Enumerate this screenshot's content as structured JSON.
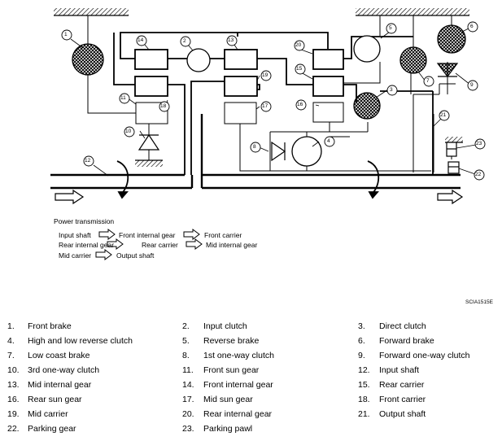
{
  "figure_code": "SCIA1515E",
  "power": {
    "heading": "Power transmission",
    "line1": [
      "Input shaft",
      "Front internal gear",
      "Front carrier"
    ],
    "line2": [
      "Rear internal gear",
      "Rear carrier",
      "Mid internal gear"
    ],
    "line3": [
      "Mid carrier",
      "Output shaft"
    ]
  },
  "callouts": {
    "c1": "1",
    "c2": "2",
    "c3": "3",
    "c4": "4",
    "c5": "5",
    "c6": "6",
    "c7": "7",
    "c8": "8",
    "c9": "9",
    "c10": "10",
    "c11": "11",
    "c12": "12",
    "c13": "13",
    "c14": "14",
    "c15": "15",
    "c16": "16",
    "c17": "17",
    "c18": "18",
    "c19": "19",
    "c20": "20",
    "c21": "21",
    "c22": "22",
    "c23": "23"
  },
  "legend": [
    {
      "num": "1.",
      "label": "Front brake"
    },
    {
      "num": "2.",
      "label": "Input clutch"
    },
    {
      "num": "3.",
      "label": "Direct clutch"
    },
    {
      "num": "4.",
      "label": "High and low reverse clutch"
    },
    {
      "num": "5.",
      "label": "Reverse brake"
    },
    {
      "num": "6.",
      "label": "Forward brake"
    },
    {
      "num": "7.",
      "label": "Low coast brake"
    },
    {
      "num": "8.",
      "label": "1st one-way clutch"
    },
    {
      "num": "9.",
      "label": "Forward one-way clutch"
    },
    {
      "num": "10.",
      "label": "3rd one-way clutch"
    },
    {
      "num": "11.",
      "label": "Front sun gear"
    },
    {
      "num": "12.",
      "label": "Input shaft"
    },
    {
      "num": "13.",
      "label": "Mid internal gear"
    },
    {
      "num": "14.",
      "label": "Front internal gear"
    },
    {
      "num": "15.",
      "label": "Rear carrier"
    },
    {
      "num": "16.",
      "label": "Rear sun gear"
    },
    {
      "num": "17.",
      "label": "Mid sun gear"
    },
    {
      "num": "18.",
      "label": "Front carrier"
    },
    {
      "num": "19.",
      "label": "Mid carrier"
    },
    {
      "num": "20.",
      "label": "Rear internal gear"
    },
    {
      "num": "21.",
      "label": "Output shaft"
    },
    {
      "num": "22.",
      "label": "Parking gear"
    },
    {
      "num": "23.",
      "label": "Parking pawl"
    }
  ]
}
